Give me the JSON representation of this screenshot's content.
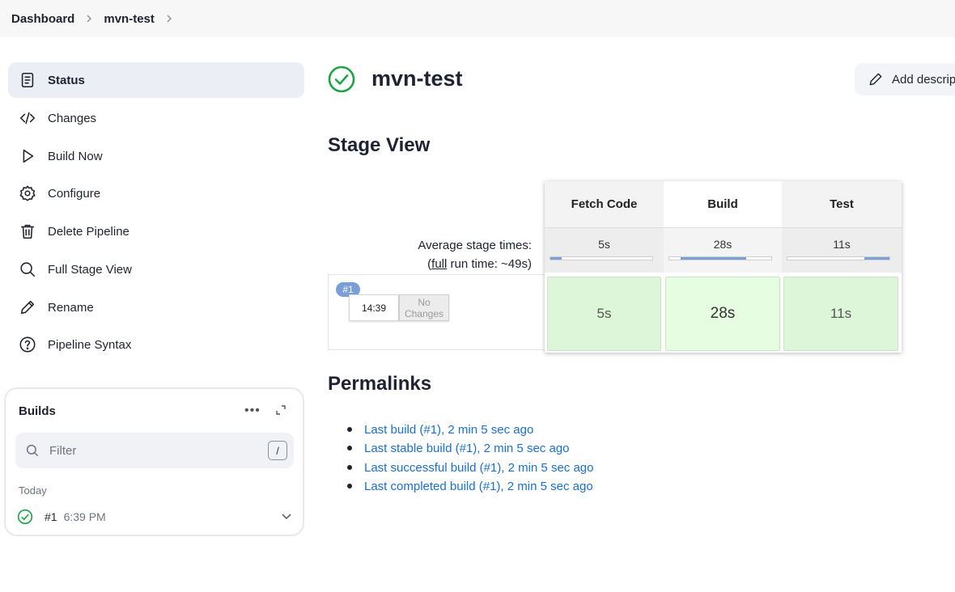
{
  "breadcrumb": {
    "items": [
      "Dashboard",
      "mvn-test"
    ]
  },
  "sidebar": {
    "items": [
      {
        "label": "Status",
        "icon": "document-icon",
        "active": true
      },
      {
        "label": "Changes",
        "icon": "code-icon"
      },
      {
        "label": "Build Now",
        "icon": "play-icon"
      },
      {
        "label": "Configure",
        "icon": "gear-icon"
      },
      {
        "label": "Delete Pipeline",
        "icon": "trash-icon"
      },
      {
        "label": "Full Stage View",
        "icon": "search-icon"
      },
      {
        "label": "Rename",
        "icon": "pencil-icon"
      },
      {
        "label": "Pipeline Syntax",
        "icon": "help-icon"
      }
    ]
  },
  "builds": {
    "title": "Builds",
    "filter_placeholder": "Filter",
    "filter_shortcut": "/",
    "group_label": "Today",
    "entries": [
      {
        "number": "#1",
        "time": "6:39 PM",
        "status": "success"
      }
    ]
  },
  "header": {
    "title": "mvn-test",
    "add_description_label": "Add description"
  },
  "stage_view": {
    "title": "Stage View",
    "avg_label_line1": "Average stage times:",
    "avg_label_full": "full",
    "avg_label_line2_rest": " run time: ~49s)",
    "avg_label_open": "(",
    "stages": [
      {
        "name": "Fetch Code",
        "avg": "5s",
        "avg_fraction": 0.1,
        "run_value": "5s"
      },
      {
        "name": "Build",
        "avg": "28s",
        "avg_fraction": 0.57,
        "run_value": "28s"
      },
      {
        "name": "Test",
        "avg": "11s",
        "avg_fraction": 0.22,
        "run_value": "11s"
      }
    ],
    "run": {
      "badge": "#1",
      "time": "14:39",
      "changes": "No Changes"
    }
  },
  "permalinks": {
    "title": "Permalinks",
    "items": [
      "Last build (#1), 2 min 5 sec ago",
      "Last stable build (#1), 2 min 5 sec ago",
      "Last successful build (#1), 2 min 5 sec ago",
      "Last completed build (#1), 2 min 5 sec ago"
    ]
  },
  "colors": {
    "success": "#1ea446",
    "link": "#1a6fcf",
    "stage_bar": "#7a9fd6",
    "stage_cell": "#ddf5d8",
    "stage_cell_highlight": "#e6fde1"
  }
}
